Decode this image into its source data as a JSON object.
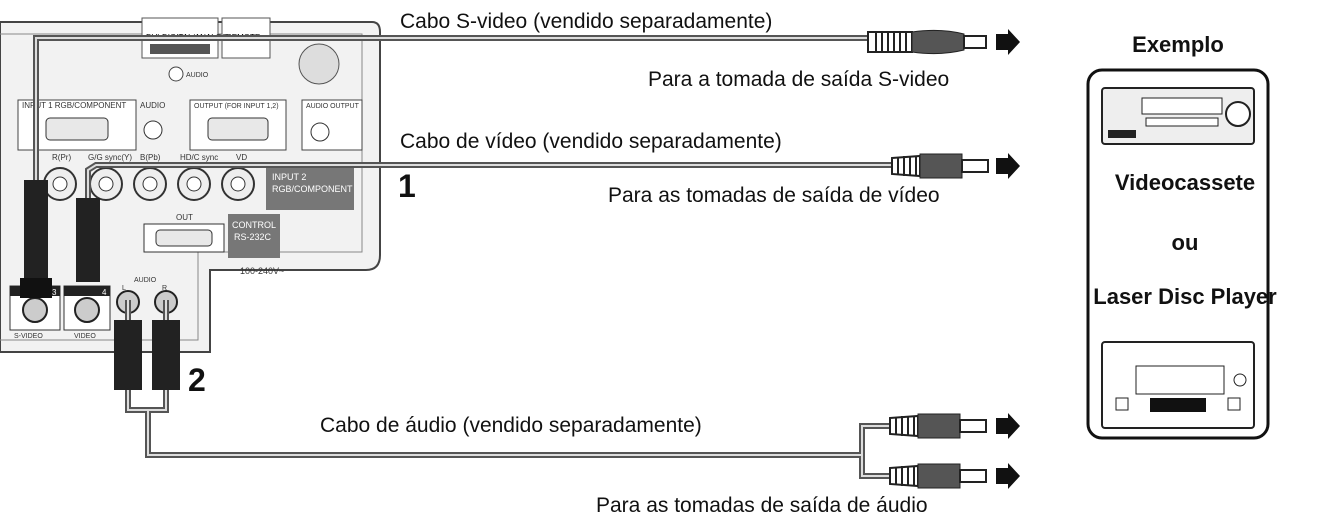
{
  "cables": {
    "svideo_cable": "Cabo S-video (vendido separadamente)",
    "svideo_dest": "Para a tomada de saída S-video",
    "video_cable": "Cabo de vídeo (vendido separadamente)",
    "video_dest": "Para as tomadas de saída de vídeo",
    "audio_cable": "Cabo de áudio (vendido separadamente)",
    "audio_dest": "Para as tomadas de saída de áudio"
  },
  "steps": {
    "one": "1",
    "two": "2"
  },
  "panel": {
    "inputs_dvi": "DVI-DIGITAL/ANALOG",
    "wired_remote": "REMOTE",
    "audio_small": "AUDIO",
    "input1": "INPUT 1  RGB/COMPONENT",
    "output": "OUTPUT (FOR INPUT 1,2)",
    "audio_output": "AUDIO OUTPUT",
    "jack_r": "R(Pr)",
    "jack_g": "G/G sync(Y)",
    "jack_b": "B(Pb)",
    "jack_hd": "HD/C sync",
    "jack_vd": "VD",
    "input2": "INPUT 2",
    "input2_sub": "RGB/COMPONENT",
    "out": "OUT",
    "control": "CONTROL",
    "rs232": "RS-232C",
    "voltage": "100-240V~",
    "svideo": "S-VIDEO",
    "video": "VIDEO",
    "audio_l": "L",
    "audio_r": "R",
    "audio": "AUDIO",
    "in3": "3",
    "in4": "4"
  },
  "example": {
    "title": "Exemplo",
    "device1": "Videocassete",
    "or": "ou",
    "device2": "Laser Disc Player"
  }
}
